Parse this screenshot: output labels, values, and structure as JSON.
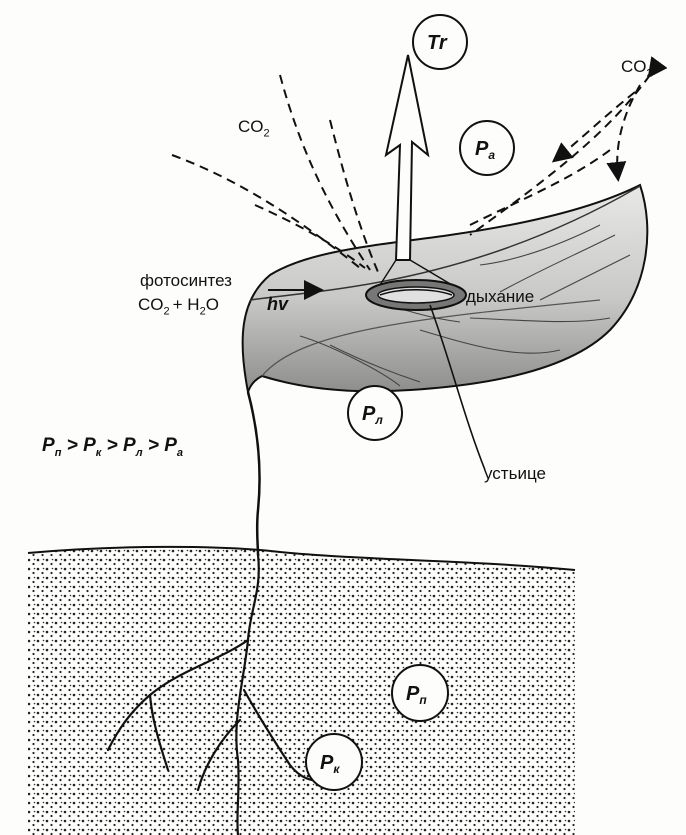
{
  "labels": {
    "co2_left": "CO",
    "co2_left_sub": "2",
    "co2_right": "CO",
    "co2_right_sub": "2",
    "photosynthesis": "фотосинтез",
    "equation_co2": "CO",
    "equation_co2_sub": "2",
    "equation_plus_h": "+ H",
    "equation_h2o_sub": "2",
    "equation_o": "O",
    "hv": "hv",
    "respiration": "дыхание",
    "stoma": "устьице"
  },
  "circles": {
    "transpiration": {
      "main": "Tr",
      "sub": ""
    },
    "atmosphere": {
      "main": "P",
      "sub": "а"
    },
    "leaf": {
      "main": "P",
      "sub": "л"
    },
    "soil": {
      "main": "P",
      "sub": "п"
    },
    "root": {
      "main": "P",
      "sub": "к"
    }
  },
  "gradient": {
    "p1": "P",
    "s1": "п",
    "g1": ">",
    "p2": "P",
    "s2": "к",
    "g2": ">",
    "p3": "P",
    "s3": "л",
    "g3": ">",
    "p4": "P",
    "s4": "а"
  },
  "colors": {
    "ink": "#111111",
    "leaf_fill": "#dcdcdc",
    "leaf_shade": "#9a9a9a",
    "soil_dots": "#222222",
    "paper": "#fdfdfb"
  }
}
